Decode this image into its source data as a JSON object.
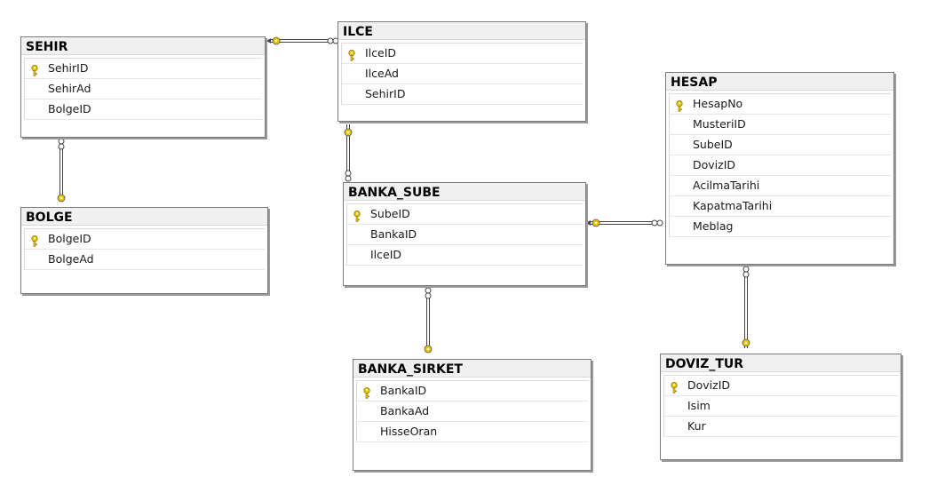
{
  "tables": [
    {
      "id": "sehir",
      "name": "SEHIR",
      "columns": [
        {
          "name": "SehirID",
          "pk": true
        },
        {
          "name": "SehirAd",
          "pk": false
        },
        {
          "name": "BolgeID",
          "pk": false
        }
      ]
    },
    {
      "id": "ilce",
      "name": "ILCE",
      "columns": [
        {
          "name": "IlceID",
          "pk": true
        },
        {
          "name": "IlceAd",
          "pk": false
        },
        {
          "name": "SehirID",
          "pk": false
        }
      ]
    },
    {
      "id": "hesap",
      "name": "HESAP",
      "columns": [
        {
          "name": "HesapNo",
          "pk": true
        },
        {
          "name": "MusteriID",
          "pk": false
        },
        {
          "name": "SubeID",
          "pk": false
        },
        {
          "name": "DovizID",
          "pk": false
        },
        {
          "name": "AcilmaTarihi",
          "pk": false
        },
        {
          "name": "KapatmaTarihi",
          "pk": false
        },
        {
          "name": "Meblag",
          "pk": false
        }
      ]
    },
    {
      "id": "bolge",
      "name": "BOLGE",
      "columns": [
        {
          "name": "BolgeID",
          "pk": true
        },
        {
          "name": "BolgeAd",
          "pk": false
        }
      ]
    },
    {
      "id": "banka_sube",
      "name": "BANKA_SUBE",
      "columns": [
        {
          "name": "SubeID",
          "pk": true
        },
        {
          "name": "BankaID",
          "pk": false
        },
        {
          "name": "IlceID",
          "pk": false
        }
      ]
    },
    {
      "id": "banka_sirket",
      "name": "BANKA_SIRKET",
      "columns": [
        {
          "name": "BankaID",
          "pk": true
        },
        {
          "name": "BankaAd",
          "pk": false
        },
        {
          "name": "HisseOran",
          "pk": false
        }
      ]
    },
    {
      "id": "doviz_tur",
      "name": "DOVIZ_TUR",
      "columns": [
        {
          "name": "DovizID",
          "pk": true
        },
        {
          "name": "Isim",
          "pk": false
        },
        {
          "name": "Kur",
          "pk": false
        }
      ]
    }
  ],
  "relationships": [
    {
      "from": "sehir",
      "to": "ilce"
    },
    {
      "from": "bolge",
      "to": "sehir"
    },
    {
      "from": "ilce",
      "to": "banka_sube"
    },
    {
      "from": "banka_sube",
      "to": "hesap"
    },
    {
      "from": "banka_sirket",
      "to": "banka_sube"
    },
    {
      "from": "doviz_tur",
      "to": "hesap"
    }
  ],
  "colors": {
    "key_icon": "#e8c600",
    "line": "#444444",
    "border": "#7a7a7a",
    "header_bg": "#f0f0f0"
  }
}
